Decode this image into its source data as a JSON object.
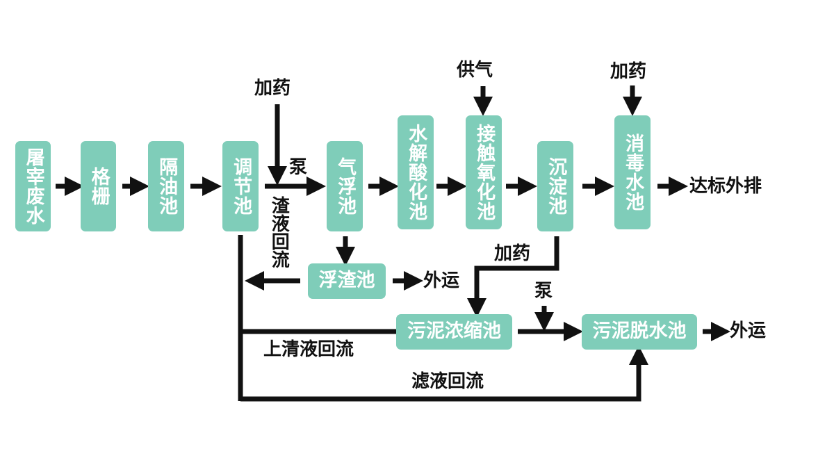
{
  "boxes": {
    "slaughter_wastewater": "屠宰废水",
    "grille": "格栅",
    "oil_separator": "隔油池",
    "equalization": "调节池",
    "air_flotation": "气浮池",
    "hydrolysis_acidification": "水解酸化池",
    "contact_oxidation": "接触氧化池",
    "sedimentation": "沉淀池",
    "disinfection": "消毒水池",
    "scum_tank": "浮渣池",
    "sludge_thickener": "污泥浓缩池",
    "sludge_dewatering": "污泥脱水池"
  },
  "labels": {
    "dosing_1": "加药",
    "pump_1": "泵",
    "scum_return": "渣液回流",
    "air_supply": "供气",
    "dosing_2": "加药",
    "discharge": "达标外排",
    "haul_away_1": "外运",
    "dosing_3": "加药",
    "pump_2": "泵",
    "haul_away_2": "外运",
    "supernatant_return": "上清液回流",
    "filtrate_return": "滤液回流"
  },
  "colors": {
    "box_fill": "#7fcdb9",
    "box_text": "#ffffff",
    "line": "#111111"
  }
}
